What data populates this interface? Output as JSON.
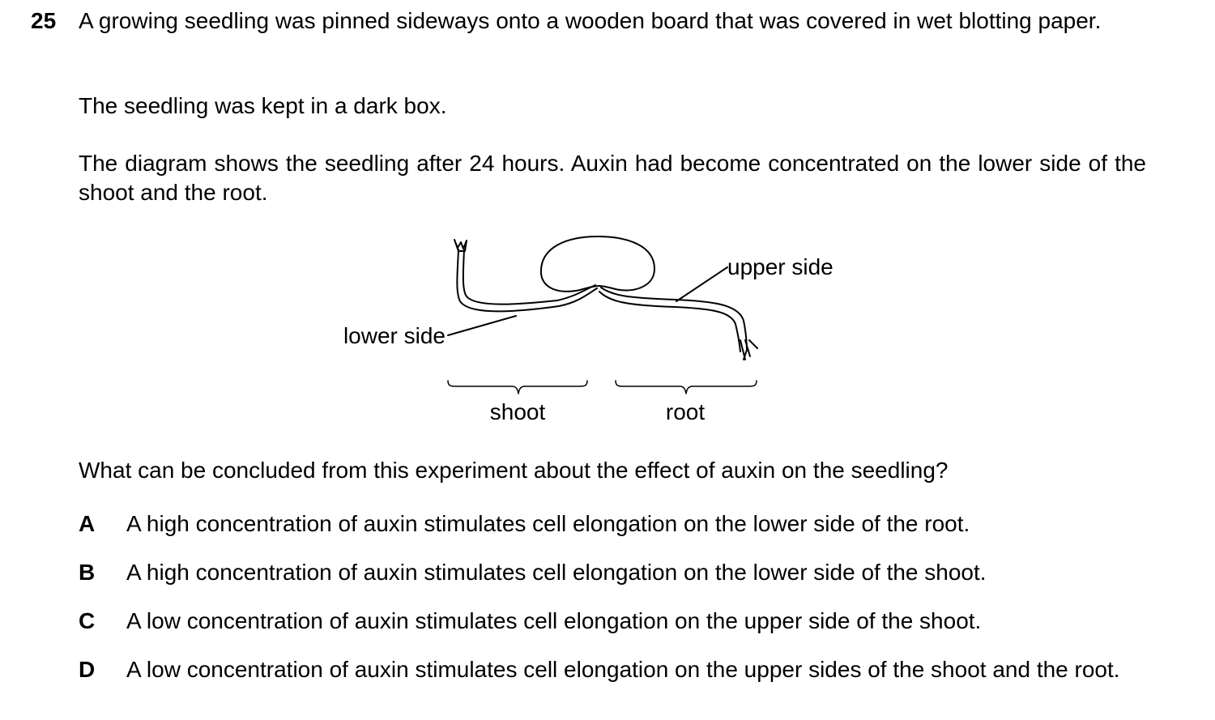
{
  "question": {
    "number": "25",
    "paragraphs": [
      "A growing seedling was pinned sideways onto a wooden board that was covered in wet blotting paper.",
      "The seedling was kept in a dark box.",
      "The diagram shows the seedling after 24 hours. Auxin had become concentrated on the lower side of the shoot and the root.",
      "What can be concluded from this experiment about the effect of auxin on the seedling?"
    ]
  },
  "diagram": {
    "labels": {
      "upper_side": "upper side",
      "lower_side": "lower side",
      "shoot": "shoot",
      "root": "root"
    }
  },
  "options": [
    {
      "letter": "A",
      "text": "A high concentration of auxin stimulates cell elongation on the lower side of the root."
    },
    {
      "letter": "B",
      "text": "A high concentration of auxin stimulates cell elongation on the lower side of the shoot."
    },
    {
      "letter": "C",
      "text": "A low concentration of auxin stimulates cell elongation on the upper side of the shoot."
    },
    {
      "letter": "D",
      "text": "A low concentration of auxin stimulates cell elongation on the upper sides of the shoot and the root."
    }
  ]
}
